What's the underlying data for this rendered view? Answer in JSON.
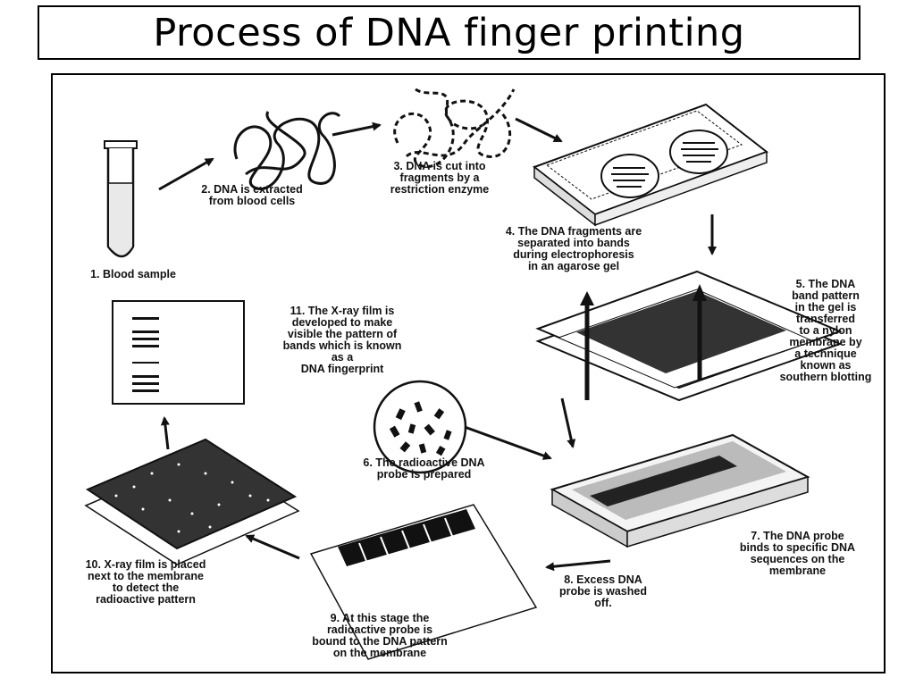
{
  "title": "Process of DNA finger printing",
  "steps": {
    "s1": "1. Blood sample",
    "s2": "2. DNA is extracted\nfrom blood cells",
    "s3": "3. DNA is cut into\nfragments by a\nrestriction enzyme",
    "s4": "4. The DNA fragments are\nseparated into bands\nduring electrophoresis\nin an agarose gel",
    "s5": "5. The DNA\nband pattern\nin the gel is\ntransferred\nto a nylon\nmembrane by\na technique\nknown as\nsouthern blotting",
    "s6": "6. The radioactive DNA\nprobe is prepared",
    "s7": "7. The DNA probe\nbinds to specific DNA\nsequences on the\nmembrane",
    "s8": "8. Excess DNA\nprobe is washed\noff.",
    "s9": "9. At this stage the\nradioactive probe is\nbound to the DNA pattern\non the membrane",
    "s10": "10. X-ray film is placed\nnext to the membrane\nto detect the\nradioactive pattern",
    "s11": "11. The X-ray film is\ndeveloped to make\nvisible the pattern of\nbands which is known\nas a\nDNA fingerprint"
  }
}
